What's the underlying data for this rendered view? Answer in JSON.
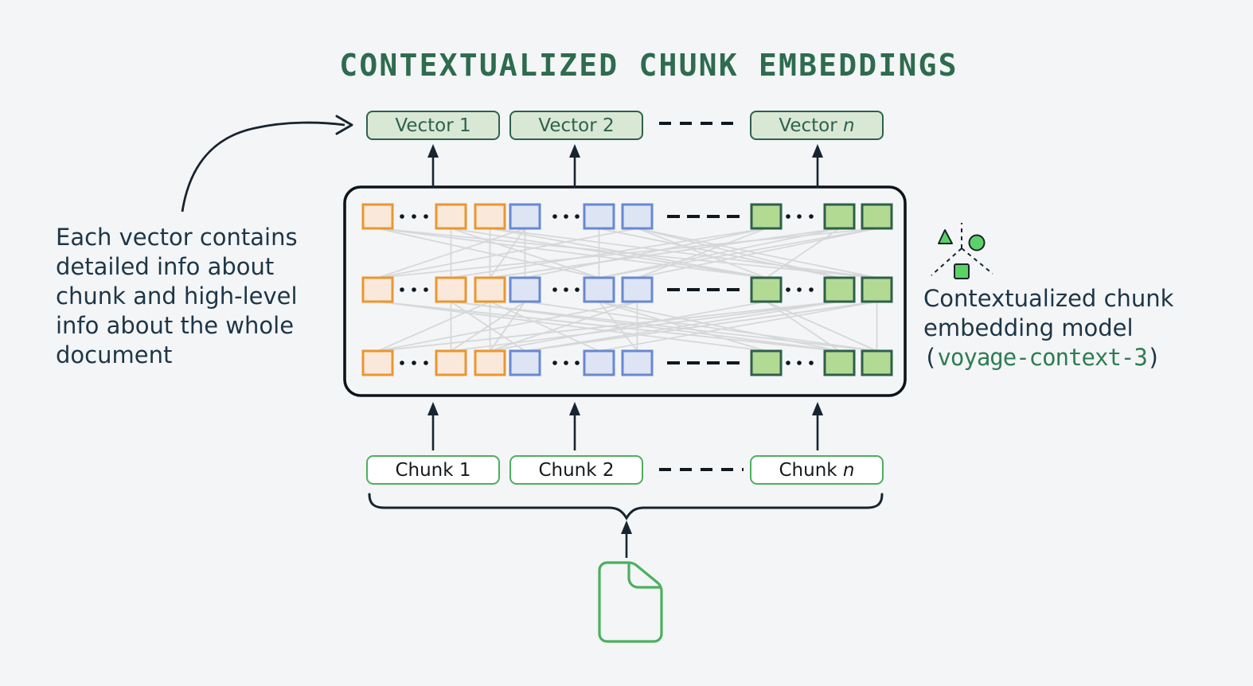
{
  "title": "CONTEXTUALIZED CHUNK EMBEDDINGS",
  "vectors": [
    {
      "prefix": "Vector ",
      "suffix": "1",
      "suffix_italic": false
    },
    {
      "prefix": "Vector ",
      "suffix": "2",
      "suffix_italic": false
    },
    {
      "prefix": "Vector ",
      "suffix": "n",
      "suffix_italic": true
    }
  ],
  "chunks": [
    {
      "prefix": "Chunk ",
      "suffix": "1",
      "suffix_italic": false
    },
    {
      "prefix": "Chunk ",
      "suffix": "2",
      "suffix_italic": false
    },
    {
      "prefix": "Chunk ",
      "suffix": "n",
      "suffix_italic": true
    }
  ],
  "annotation_lines": [
    "Each vector contains",
    "detailed info about",
    "chunk and high-level",
    "info about the whole",
    "document"
  ],
  "model_caption": {
    "line1": "Contextualized chunk",
    "line2": "embedding model",
    "paren_open": "(",
    "code": "voyage-context-3",
    "paren_close": ")"
  },
  "icons": {
    "document": "document-icon",
    "embedding_space": "embedding-space-icon"
  },
  "embedding_grid": {
    "rows": 3,
    "groups": [
      {
        "color": "orange",
        "boxes": 3,
        "ellipsis": true
      },
      {
        "color": "blue",
        "boxes": 3,
        "ellipsis": true
      },
      {
        "color": "green",
        "boxes": 3,
        "ellipsis": true
      }
    ],
    "separator": "dashes"
  },
  "colors": {
    "background": "#f4f5f7",
    "ink_text": "#1d3647",
    "ink_line": "#18242f",
    "title_green": "#2e6b4f",
    "vector_fill": "#d9e8d5",
    "vector_stroke": "#2e614d",
    "chunk_border_green": "#4caf5e",
    "chunk_text": "#15181c",
    "cell_orange_border": "#eb962e",
    "cell_orange_fill": "#fae9da",
    "cell_blue_border": "#6888d1",
    "cell_blue_fill": "#dde4f4",
    "cell_green_border": "#2d604a",
    "cell_green_fill": "#b3da93",
    "connection_gray": "#d6d7d9",
    "icon_shape_green": "#5cd266",
    "code_green": "#2e7d52",
    "model_box_border": "#0e141b",
    "dash_dot_ink": "#10181f"
  }
}
